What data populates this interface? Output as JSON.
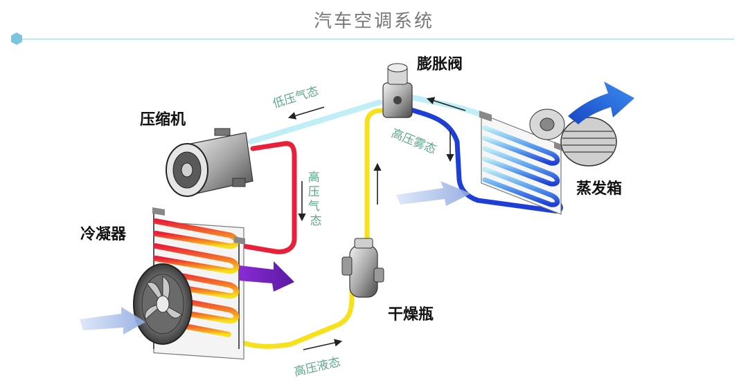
{
  "title": "汽车空调系统",
  "components": {
    "compressor": "压缩机",
    "condenser": "冷凝器",
    "expansion_valve": "膨胀阀",
    "evaporator": "蒸发箱",
    "receiver_drier": "干燥瓶"
  },
  "flow_states": {
    "low_pressure_gas": "低压气态",
    "high_pressure_gas": "高压气态",
    "high_pressure_mist": "高压雾态",
    "high_pressure_liquid": "高压液态"
  },
  "colors": {
    "accent_line": "#9fd4e6",
    "hot_gas": "#e8203a",
    "liquid": "#f7e01c",
    "cold_mist": "#1d3fd6",
    "low_gas": "#bfeef6",
    "label": "#5aa88a"
  }
}
